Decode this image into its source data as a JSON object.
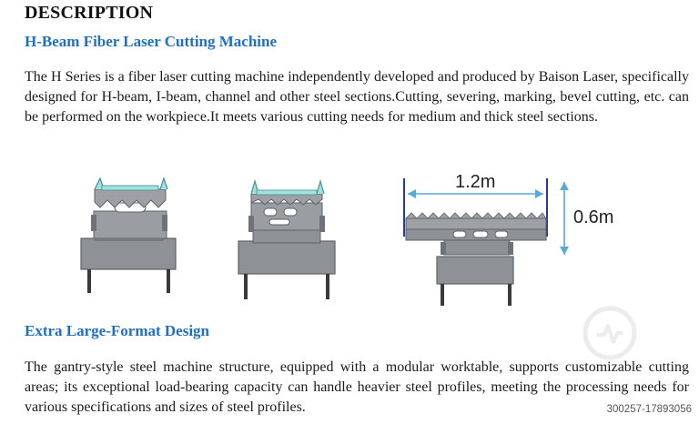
{
  "section": {
    "title": "DESCRIPTION",
    "subtitle": "H-Beam Fiber Laser Cutting Machine",
    "paragraph": "The H Series is a fiber laser cutting machine independently developed and produced by Baison Laser, specifically designed for H-beam, I-beam, channel and other steel sections.Cutting, severing, marking, bevel cutting, etc. can be performed on the workpiece.It meets various cutting needs for medium and thick steel sections."
  },
  "figure": {
    "width_label": "1.2m",
    "height_label": "0.6m",
    "colors": {
      "body": "#8e9196",
      "body_dark": "#5f6266",
      "clamp": "#9fe3e0",
      "serration": "#9da0a5",
      "legs": "#3a3a3a"
    }
  },
  "section2": {
    "subtitle": "Extra Large-Format Design",
    "paragraph": "The gantry-style steel machine structure, equipped with a modular worktable, supports customizable cutting areas; its exceptional load-bearing capacity can handle heavier steel profiles, meeting the processing needs for various specifications and sizes of steel profiles."
  },
  "watermark": {
    "id": "300257-17893056",
    "icon": "tool-shield-watermark-icon"
  }
}
